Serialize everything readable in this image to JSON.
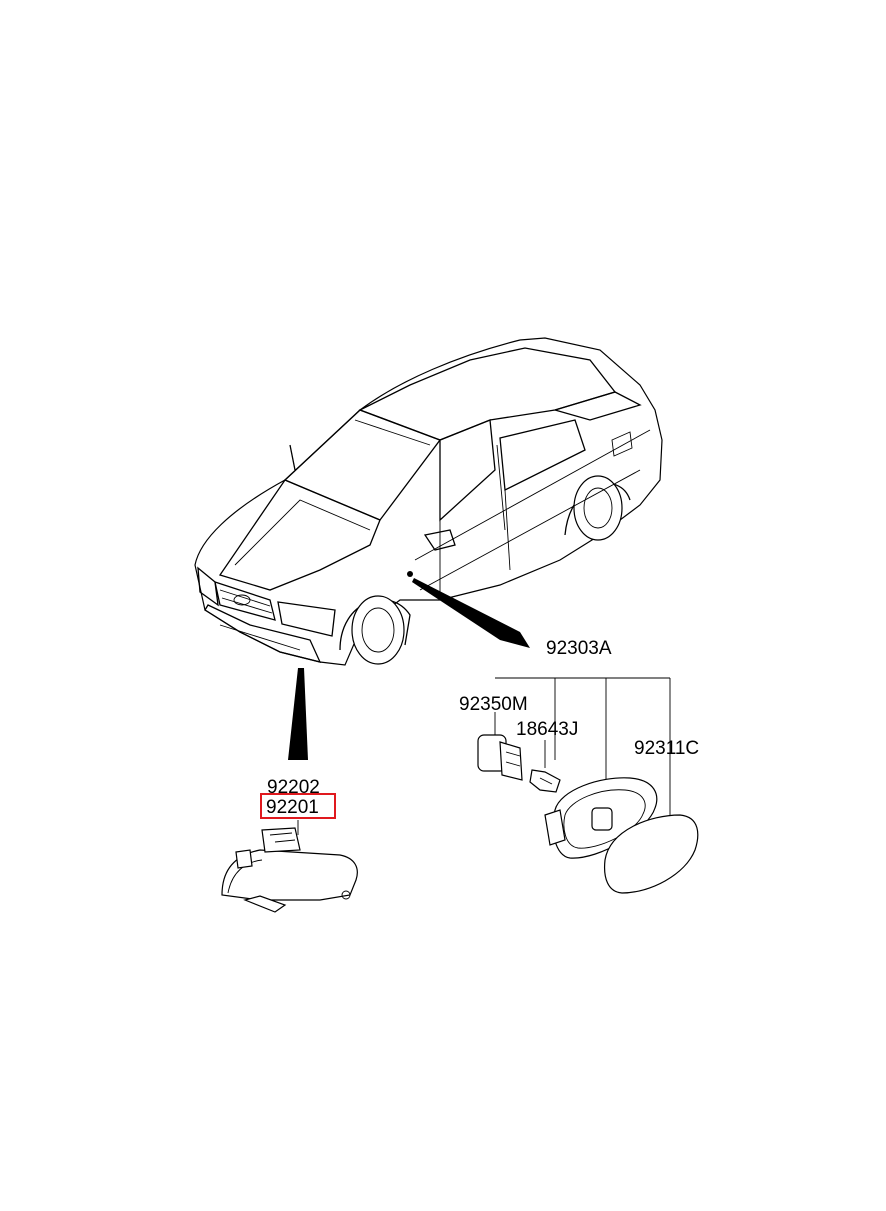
{
  "diagram": {
    "callouts": {
      "side_marker_assembly": "92303A",
      "socket": "92350M",
      "bulb": "18643J",
      "lens": "92311C",
      "fog_lamp_rh": "92202",
      "fog_lamp_lh": "92201"
    },
    "highlight": {
      "part": "92201",
      "color": "#e0191e"
    }
  }
}
